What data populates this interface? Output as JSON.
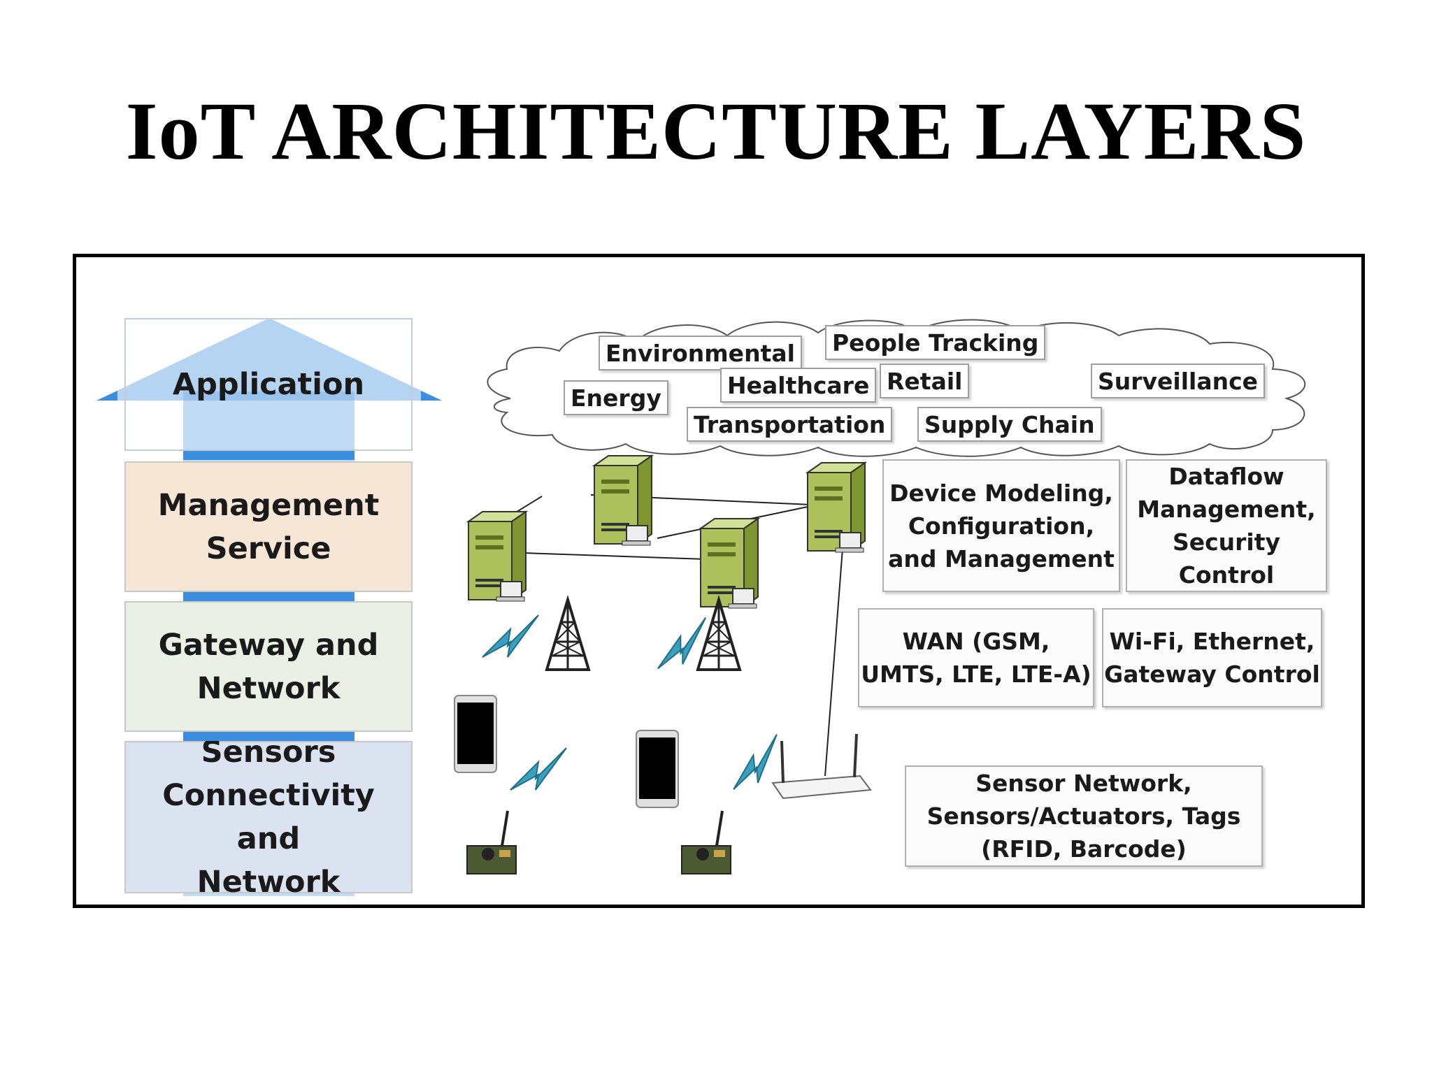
{
  "title": "IoT ARCHITECTURE LAYERS",
  "layers": [
    {
      "lines": [
        "Application"
      ]
    },
    {
      "lines": [
        "Management",
        "Service"
      ]
    },
    {
      "lines": [
        "Gateway and",
        "Network"
      ]
    },
    {
      "lines": [
        "Sensors",
        "Connectivity and",
        "Network"
      ]
    }
  ],
  "cloud_tags": {
    "environmental": "Environmental",
    "people_tracking": "People Tracking",
    "energy": "Energy",
    "healthcare": "Healthcare",
    "retail": "Retail",
    "surveillance": "Surveillance",
    "transportation": "Transportation",
    "supply_chain": "Supply Chain"
  },
  "info_boxes": {
    "device_modeling": [
      "Device Modeling,",
      "Configuration,",
      "and Management"
    ],
    "dataflow": [
      "Dataflow",
      "Management,",
      "Security",
      "Control"
    ],
    "wan": [
      "WAN (GSM,",
      "UMTS, LTE, LTE-A)"
    ],
    "wifi": [
      "Wi-Fi, Ethernet,",
      "Gateway Control"
    ],
    "sensor_network": [
      "Sensor Network,",
      "Sensors/Actuators, Tags",
      "(RFID, Barcode)"
    ]
  },
  "colors": {
    "arrow": "#78b0e6",
    "arrow_bar": "#3d8ede",
    "management_bg": "#f6e6d6",
    "gateway_bg": "#ebf0e6",
    "sensors_bg": "#dbe3f1",
    "server": "#a8bd5a",
    "signal": "#3aa0c0"
  },
  "icons": [
    "server-icon",
    "cell-tower-icon",
    "smartphone-icon",
    "wireless-signal-icon",
    "router-icon",
    "sensor-board-icon"
  ]
}
